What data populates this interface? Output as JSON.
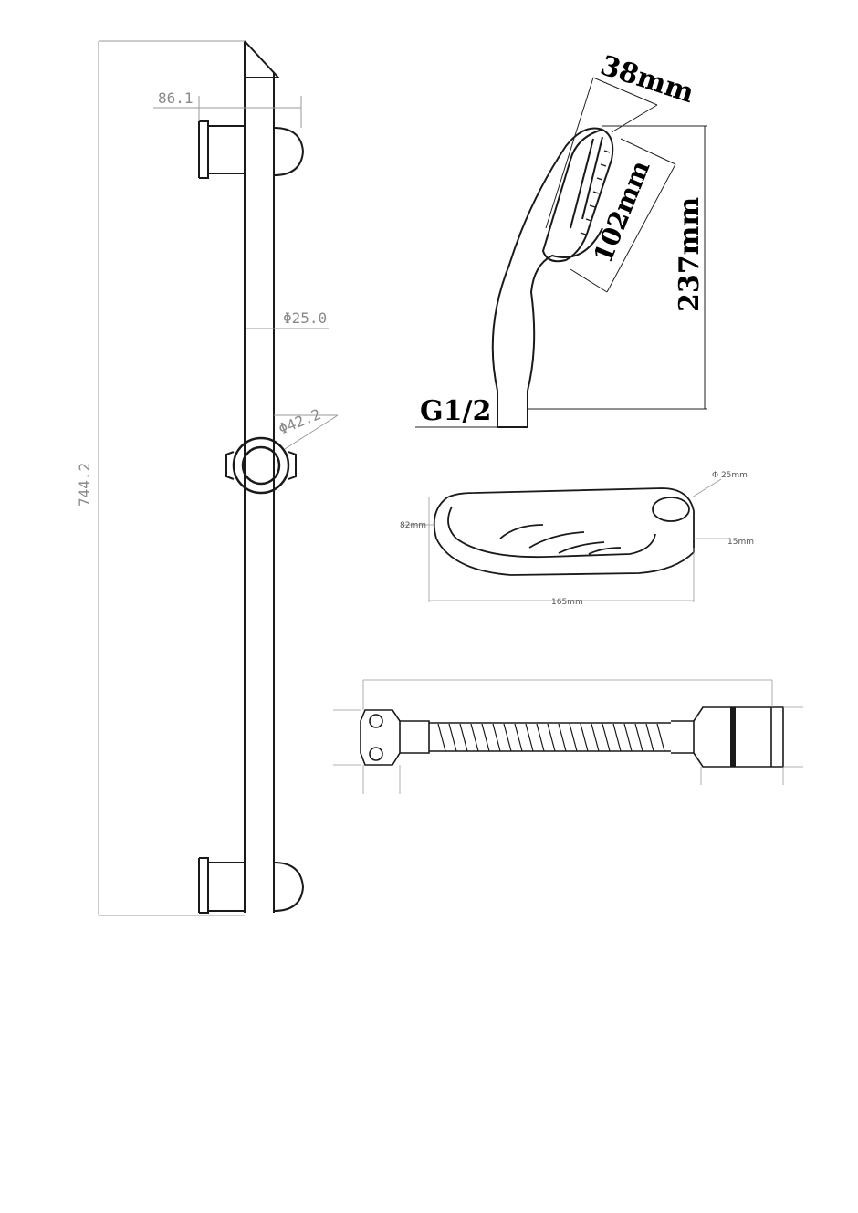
{
  "slide_bar": {
    "bracket_depth": "86.1",
    "rail_diameter": "Φ25.0",
    "slider_diameter": "Φ42.2",
    "total_length": "744.2"
  },
  "hand_shower": {
    "face_depth": "38mm",
    "face_diameter": "102mm",
    "total_length": "237mm",
    "connector_thread": "G1/2"
  },
  "soap_dish": {
    "hole_diameter": "Φ 25mm",
    "width": "82mm",
    "height": "15mm",
    "length": "165mm"
  },
  "colors": {
    "outline": "#1a1a1a",
    "dimension_light": "#8a8a8a",
    "dimension_bold": "#000000"
  }
}
